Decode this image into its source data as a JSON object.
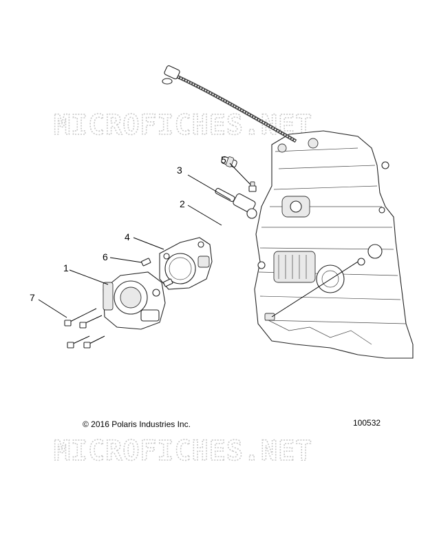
{
  "watermark": "MICROFICHES.NET",
  "copyright": "© 2016 Polaris Industries Inc.",
  "diagram_id": "100532",
  "callouts": [
    {
      "key": "c1",
      "label": "1"
    },
    {
      "key": "c2",
      "label": "2"
    },
    {
      "key": "c3",
      "label": "3"
    },
    {
      "key": "c4",
      "label": "4"
    },
    {
      "key": "c5",
      "label": "5"
    },
    {
      "key": "c6",
      "label": "6"
    },
    {
      "key": "c7",
      "label": "7"
    }
  ]
}
